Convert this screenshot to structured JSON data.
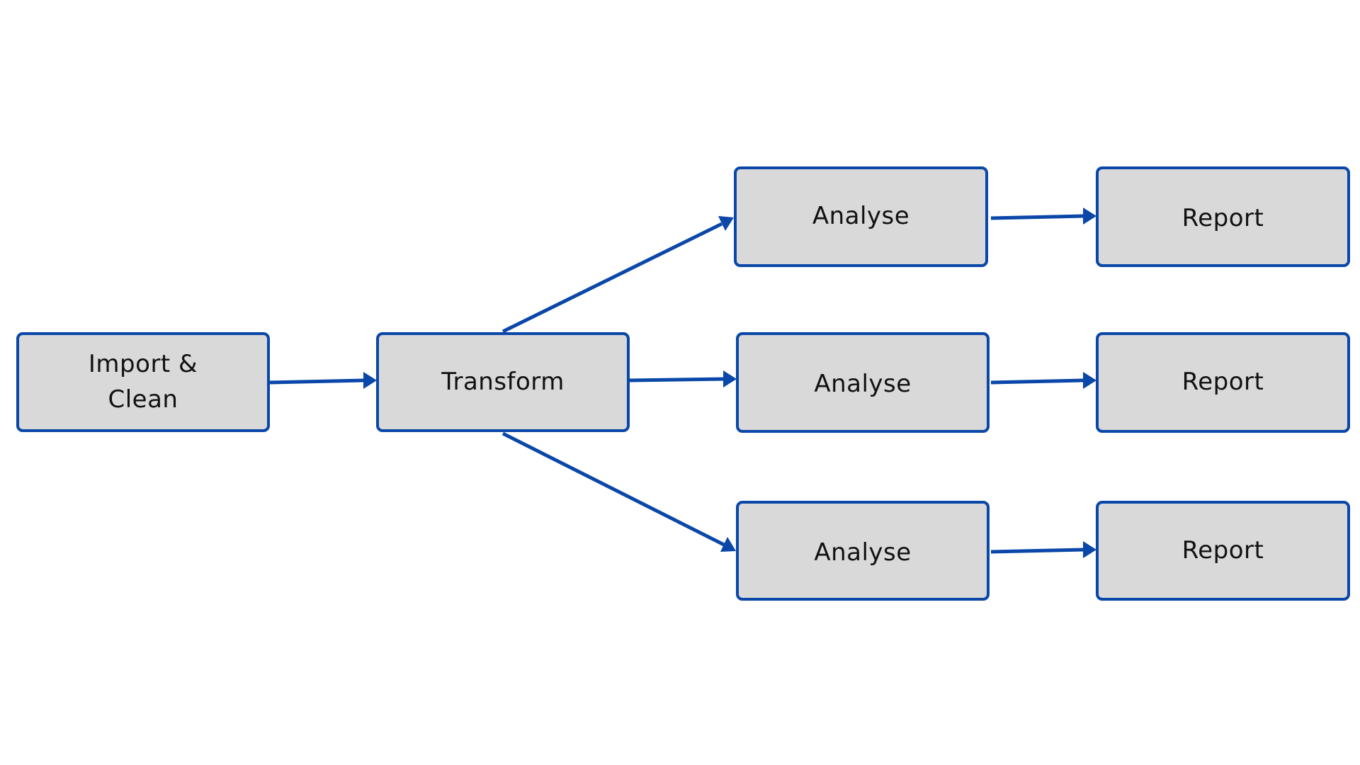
{
  "colors": {
    "node_fill": "#d9d9d9",
    "node_border": "#0a47a8",
    "arrow": "#0a47a8",
    "text": "#111111",
    "background": "#ffffff"
  },
  "nodes": {
    "import_clean": {
      "line1": "Import &",
      "line2": "Clean"
    },
    "transform": {
      "label": "Transform"
    },
    "analyse": [
      {
        "label": "Analyse"
      },
      {
        "label": "Analyse"
      },
      {
        "label": "Analyse"
      }
    ],
    "report": [
      {
        "label": "Report"
      },
      {
        "label": "Report"
      },
      {
        "label": "Report"
      }
    ]
  },
  "edges": [
    {
      "from": "import_clean",
      "to": "transform"
    },
    {
      "from": "transform",
      "to": "analyse.0"
    },
    {
      "from": "transform",
      "to": "analyse.1"
    },
    {
      "from": "transform",
      "to": "analyse.2"
    },
    {
      "from": "analyse.0",
      "to": "report.0"
    },
    {
      "from": "analyse.1",
      "to": "report.1"
    },
    {
      "from": "analyse.2",
      "to": "report.2"
    }
  ]
}
